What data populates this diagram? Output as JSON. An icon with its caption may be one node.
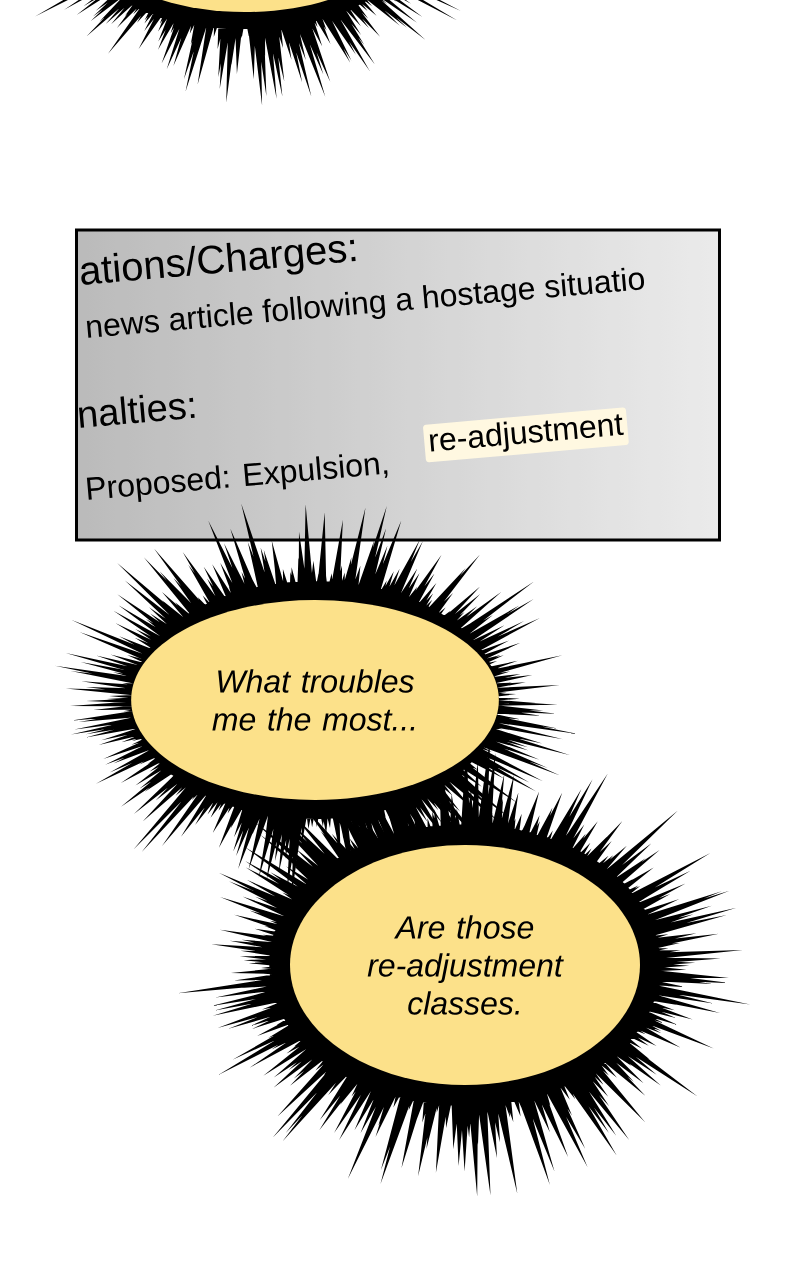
{
  "diagram": {
    "nodes": [
      {
        "text": [],
        "shape": "circle"
      },
      {
        "text": [
          "ations/Charges:",
          "news article following a hostage situatio",
          "nalties:",
          "Proposed: Expulsion,",
          "re-adjustment"
        ]
      },
      {
        "text": [
          "What troubles me the most..."
        ]
      },
      {
        "text": [
          "Are those re-adjustment classes."
        ]
      }
    ],
    "edges": []
  }
}
